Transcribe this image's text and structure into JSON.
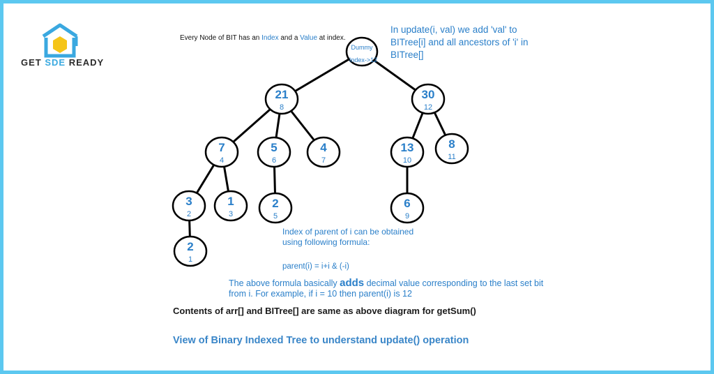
{
  "brand": {
    "name_part1": "GET ",
    "name_part2": "SDE",
    "name_part3": " READY"
  },
  "notes": {
    "node_desc_a": "Every Node of BIT has an ",
    "node_desc_index": "Index",
    "node_desc_b": " and a ",
    "node_desc_value": "Value",
    "node_desc_c": " at index.",
    "update_desc": "In update(i, val) we add 'val' to BITree[i] and all ancestors of 'i' in BITree[]",
    "parent_desc": "Index of parent of i can be obtained using following formula:",
    "formula": "parent(i) = i+i & (-i)",
    "formula_desc_a": "The above formula basically ",
    "formula_desc_big": "adds",
    "formula_desc_b": " decimal value corresponding to the last set  bit from i.  For example, if i =  10  then parent(i) is 12",
    "contents": "Contents of arr[] and BITree[] are same as above diagram for getSum()",
    "caption": "View of Binary Indexed Tree to understand update() operation"
  },
  "tree": {
    "dummy": {
      "label": "Dummy",
      "index_label": "Index->12"
    },
    "nodes": [
      {
        "id": "n8",
        "value": "21",
        "index": "8"
      },
      {
        "id": "n12",
        "value": "30",
        "index": "12"
      },
      {
        "id": "n4",
        "value": "7",
        "index": "4"
      },
      {
        "id": "n6",
        "value": "5",
        "index": "6"
      },
      {
        "id": "n7",
        "value": "4",
        "index": "7"
      },
      {
        "id": "n10",
        "value": "13",
        "index": "10"
      },
      {
        "id": "n11",
        "value": "8",
        "index": "11"
      },
      {
        "id": "n2",
        "value": "3",
        "index": "2"
      },
      {
        "id": "n3",
        "value": "1",
        "index": "3"
      },
      {
        "id": "n5",
        "value": "2",
        "index": "5"
      },
      {
        "id": "n9",
        "value": "6",
        "index": "9"
      },
      {
        "id": "n1",
        "value": "2",
        "index": "1"
      }
    ],
    "edges": [
      [
        "dummy",
        "n8"
      ],
      [
        "dummy",
        "n12"
      ],
      [
        "n8",
        "n4"
      ],
      [
        "n8",
        "n6"
      ],
      [
        "n8",
        "n7"
      ],
      [
        "n12",
        "n10"
      ],
      [
        "n12",
        "n11"
      ],
      [
        "n4",
        "n2"
      ],
      [
        "n4",
        "n3"
      ],
      [
        "n6",
        "n5"
      ],
      [
        "n10",
        "n9"
      ],
      [
        "n2",
        "n1"
      ]
    ]
  }
}
